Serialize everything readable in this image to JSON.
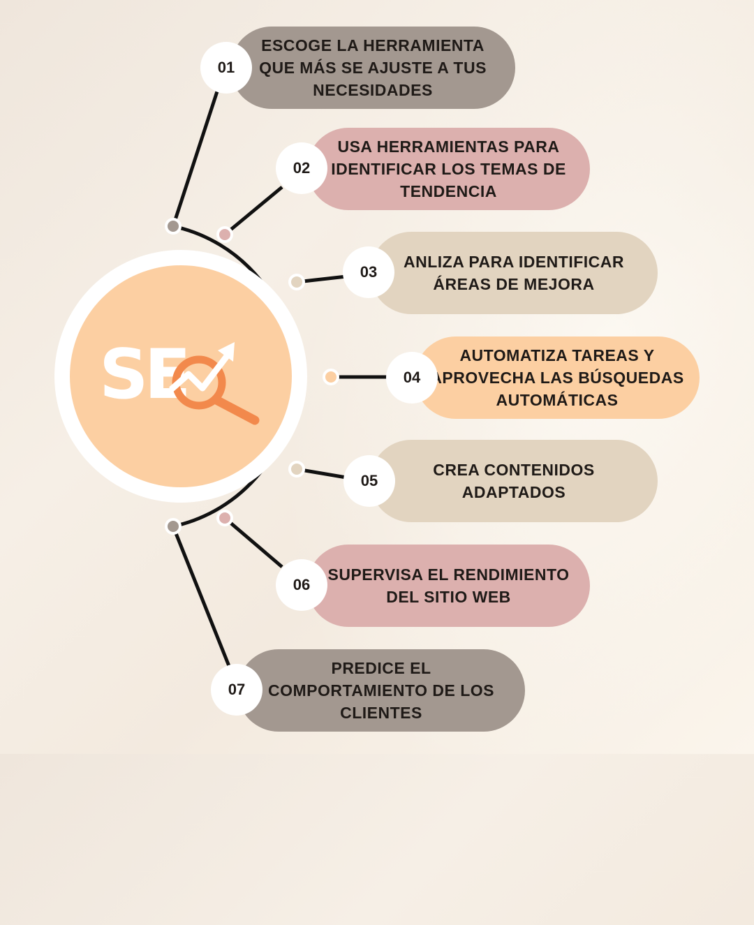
{
  "colors": {
    "taupe": "#a39890",
    "rose": "#dcb0ae",
    "sand": "#e2d4c0",
    "peach": "#fccfa2",
    "hub_accent": "#f2894c",
    "line": "#111111"
  },
  "hub": {
    "word": "SE",
    "icon": "magnifier-trend-icon"
  },
  "steps": [
    {
      "number": "01",
      "text": "Escoge la herramienta que más se ajuste a tus necesidades"
    },
    {
      "number": "02",
      "text": "Usa herramientas para identificar los temas de tendencia"
    },
    {
      "number": "03",
      "text": "Anliza para identificar áreas de mejora"
    },
    {
      "number": "04",
      "text": "Automatiza tareas y aprovecha las búsquedas automáticas"
    },
    {
      "number": "05",
      "text": "Crea contenidos adaptados"
    },
    {
      "number": "06",
      "text": "Supervisa el rendimiento del sitio web"
    },
    {
      "number": "07",
      "text": "Predice el comportamiento de los clientes"
    }
  ]
}
